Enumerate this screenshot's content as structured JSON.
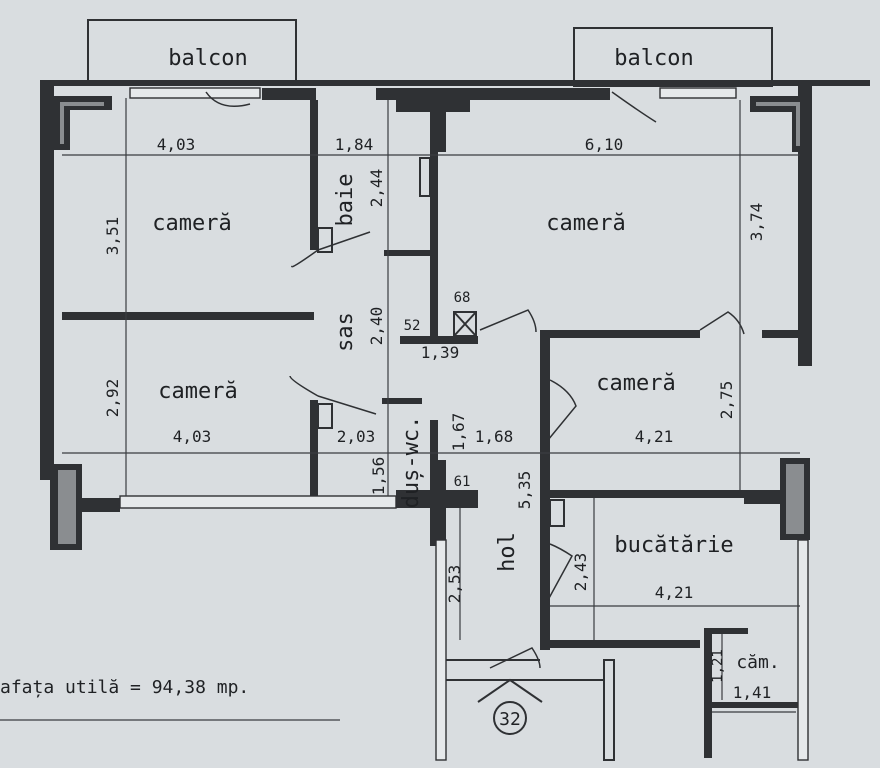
{
  "rooms": {
    "balcon_left": "balcon",
    "balcon_right": "balcon",
    "camera_tl": "cameră",
    "camera_ml": "cameră",
    "camera_tr": "cameră",
    "camera_mr": "cameră",
    "baie": "baie",
    "sas": "sas",
    "dus_wc": "duș-wc.",
    "hol": "hol",
    "bucatarie": "bucătărie",
    "camara": "căm."
  },
  "dimensions": {
    "d_4_03_top": "4,03",
    "d_1_84": "1,84",
    "d_6_10": "6,10",
    "d_3_51": "3,51",
    "d_2_44": "2,44",
    "d_3_74": "3,74",
    "d_68": "68",
    "d_52": "52",
    "d_2_40": "2,40",
    "d_1_39": "1,39",
    "d_2_92": "2,92",
    "d_4_03_bottom": "4,03",
    "d_2_03": "2,03",
    "d_1_67": "1,67",
    "d_1_68": "1,68",
    "d_4_21_mid": "4,21",
    "d_2_75": "2,75",
    "d_1_56": "1,56",
    "d_61": "61",
    "d_5_35": "5,35",
    "d_2_53": "2,53",
    "d_2_43": "2,43",
    "d_4_21_bottom": "4,21",
    "d_1_21": "1,21",
    "d_1_41": "1,41"
  },
  "surface_note": "afața utilă = 94,38 mp.",
  "apartment_number": "32"
}
